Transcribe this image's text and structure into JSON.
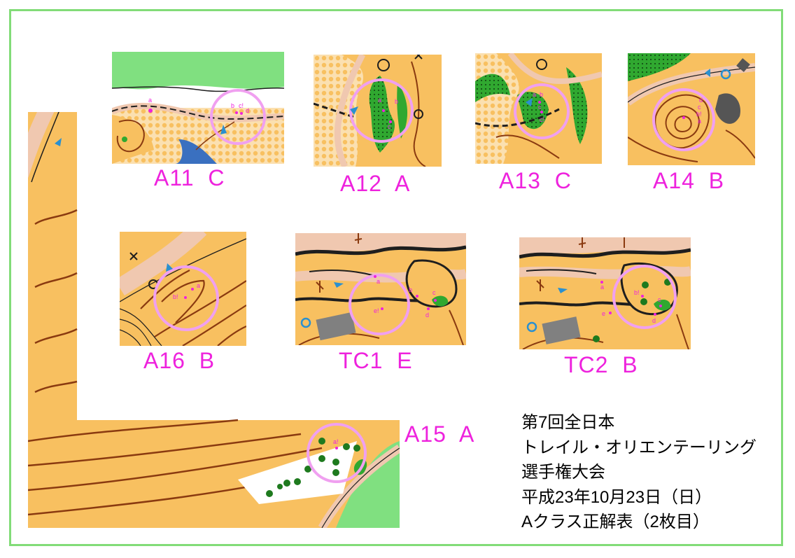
{
  "labels": {
    "a11": "A11  C",
    "a12": "A12  A",
    "a13": "A13  C",
    "a14": "A14  B",
    "a16": "A16  B",
    "tc1": "TC1  E",
    "tc2": "TC2  B",
    "a15": "A15  A"
  },
  "info": {
    "line1": "第7回全日本",
    "line2": "トレイル・オリエンテーリング",
    "line3": "選手権大会",
    "line4": "平成23年10月23日（日）",
    "line5": "Aクラス正解表（2枚目）"
  },
  "map_colors": {
    "open_land": "#f8c060",
    "rough_open": "#fbe0b0",
    "forest": "#ffffff",
    "green": "#80e080",
    "dark_green": "#30a830",
    "contour": "#8a3a10",
    "path": "#1e1e1e",
    "road": "#f0c8b0",
    "water": "#3a70c0",
    "building": "#808080",
    "circle": "#f0a0f0",
    "flag": "#2a90d0",
    "label": "#ee22dd"
  },
  "flags": {
    "a11": [
      "a",
      "b",
      "c!",
      "d"
    ],
    "a12": [
      "a",
      "b",
      "c"
    ],
    "a13": [
      "a",
      "b",
      "c",
      "c!"
    ],
    "a14": [
      "a",
      "b!",
      "c",
      "d"
    ],
    "a16": [
      "a",
      "b!"
    ],
    "tc1": [
      "a",
      "b",
      "c",
      "d",
      "e!"
    ],
    "tc2": [
      "a",
      "b!",
      "c",
      "d",
      "e"
    ],
    "a15": [
      "a!"
    ]
  }
}
